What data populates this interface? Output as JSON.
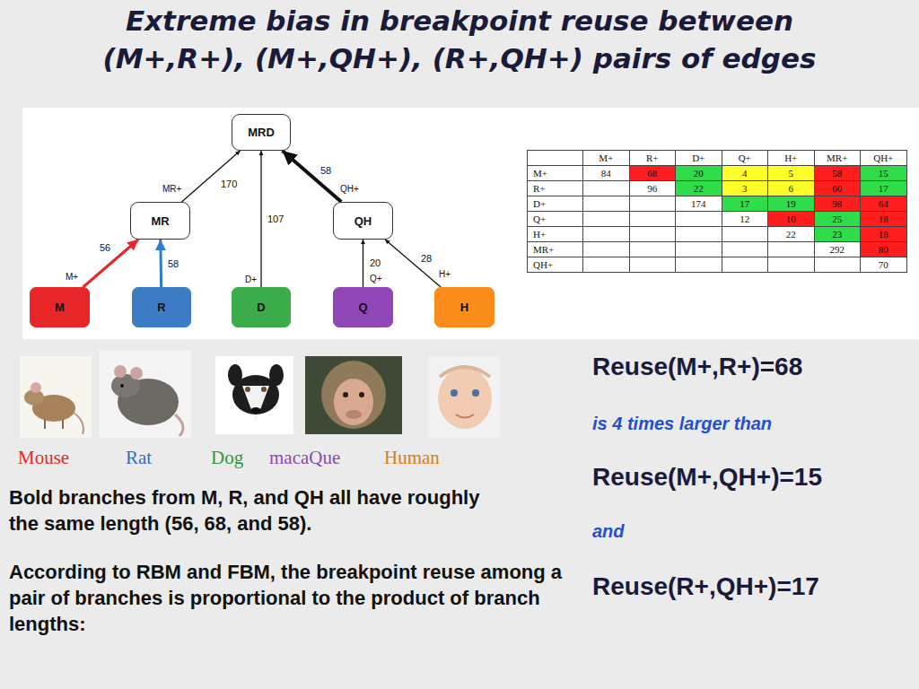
{
  "diagram": {
    "title": "Extreme bias in breakpoint reuse between (M+,R+), (M+,QH+), (R+,QH+) pairs of edges",
    "nodes": [
      {
        "text": [
          "MRD"
        ]
      },
      {
        "text": [
          "MR"
        ]
      },
      {
        "text": [
          "QH"
        ]
      },
      {
        "text": [
          "M"
        ]
      },
      {
        "text": [
          "R"
        ]
      },
      {
        "text": [
          "D"
        ]
      },
      {
        "text": [
          "Q"
        ]
      },
      {
        "text": [
          "H"
        ]
      }
    ],
    "edges": [
      {
        "from": 3,
        "to": 1,
        "arrow": "to",
        "label": "56"
      },
      {
        "from": 4,
        "to": 1,
        "arrow": "to",
        "label": "58"
      },
      {
        "from": 1,
        "to": 0,
        "arrow": "to",
        "label": "170"
      },
      {
        "from": 5,
        "to": 0,
        "arrow": "to",
        "label": "107"
      },
      {
        "from": 6,
        "to": 2,
        "arrow": "to",
        "label": "20"
      },
      {
        "from": 7,
        "to": 2,
        "arrow": "to",
        "label": "28"
      },
      {
        "from": 2,
        "to": 0,
        "arrow": "to",
        "label": "58"
      }
    ],
    "labels": [
      "M+",
      "D+",
      "MR+",
      "QH+",
      "Q+",
      "H+",
      "M+",
      "R+",
      "D+",
      "Q+",
      "H+",
      "MR+",
      "QH+",
      "M+",
      "84",
      "68",
      "20",
      "4",
      "5",
      "58",
      "15",
      "R+",
      "96",
      "22",
      "3",
      "6",
      "60",
      "17",
      "D+",
      "174",
      "17",
      "19",
      "98",
      "64",
      "Q+",
      "12",
      "10",
      "25",
      "18",
      "H+",
      "22",
      "23",
      "18",
      "MR+",
      "292",
      "80",
      "QH+",
      "70",
      "Mouse",
      "Rat",
      "Dog",
      "macaQue",
      "Human",
      "Bold branches from M, R, and QH all have roughly the same length (56, 68, and 58).",
      "According to RBM and FBM, the breakpoint reuse among a pair of branches is proportional to the product of branch lengths:",
      "Reuse(M+,R+)=68",
      "is 4 times larger than",
      "Reuse(M+,QH+)=15",
      "and",
      "Reuse(R+,QH+)=17"
    ]
  }
}
